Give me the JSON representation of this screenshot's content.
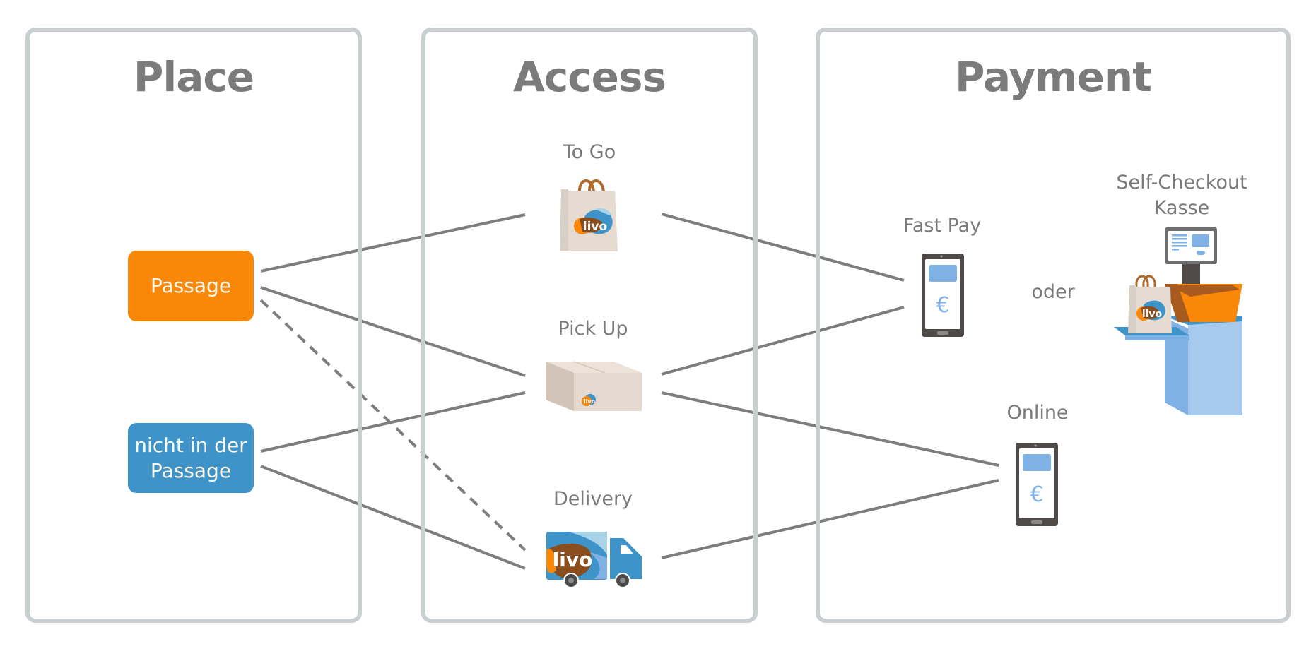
{
  "columns": {
    "place": {
      "title": "Place"
    },
    "access": {
      "title": "Access"
    },
    "payment": {
      "title": "Payment"
    }
  },
  "place_nodes": {
    "passage": {
      "label": "Passage",
      "color": "#f98809"
    },
    "not_passage": {
      "label": "nicht in der Passage",
      "line1": "nicht in der",
      "line2": "Passage",
      "color": "#3e94c8"
    }
  },
  "access_nodes": {
    "to_go": {
      "label": "To Go",
      "icon": "shopping-bag-icon",
      "logo": "livo"
    },
    "pick_up": {
      "label": "Pick Up",
      "icon": "parcel-box-icon",
      "logo": "livo"
    },
    "delivery": {
      "label": "Delivery",
      "icon": "delivery-truck-icon",
      "logo": "livo"
    }
  },
  "payment_nodes": {
    "fast_pay": {
      "label": "Fast Pay",
      "icon": "smartphone-euro-icon",
      "symbol": "€"
    },
    "or": {
      "label": "oder"
    },
    "self_checkout": {
      "line1": "Self-Checkout",
      "line2": "Kasse",
      "icon": "self-checkout-kiosk-icon",
      "logo": "livo"
    },
    "online": {
      "label": "Online",
      "icon": "smartphone-euro-icon",
      "symbol": "€"
    }
  },
  "connections": [
    {
      "from": "Passage",
      "to": "To Go",
      "style": "solid"
    },
    {
      "from": "Passage",
      "to": "Pick Up",
      "style": "solid"
    },
    {
      "from": "Passage",
      "to": "Delivery",
      "style": "dashed"
    },
    {
      "from": "nicht in der Passage",
      "to": "Pick Up",
      "style": "solid"
    },
    {
      "from": "nicht in der Passage",
      "to": "Delivery",
      "style": "solid"
    },
    {
      "from": "To Go",
      "to": "Fast Pay",
      "style": "solid"
    },
    {
      "from": "Pick Up",
      "to": "Fast Pay",
      "style": "solid"
    },
    {
      "from": "Pick Up",
      "to": "Online",
      "style": "solid"
    },
    {
      "from": "Delivery",
      "to": "Online",
      "style": "solid"
    }
  ],
  "colors": {
    "panel_border": "#c9ced1",
    "title_text": "#7b7b7b",
    "connector": "#7d7d7d",
    "accent_orange": "#f98809",
    "accent_blue": "#3e94c8",
    "phone_screen_accent": "#7fb1e4"
  }
}
